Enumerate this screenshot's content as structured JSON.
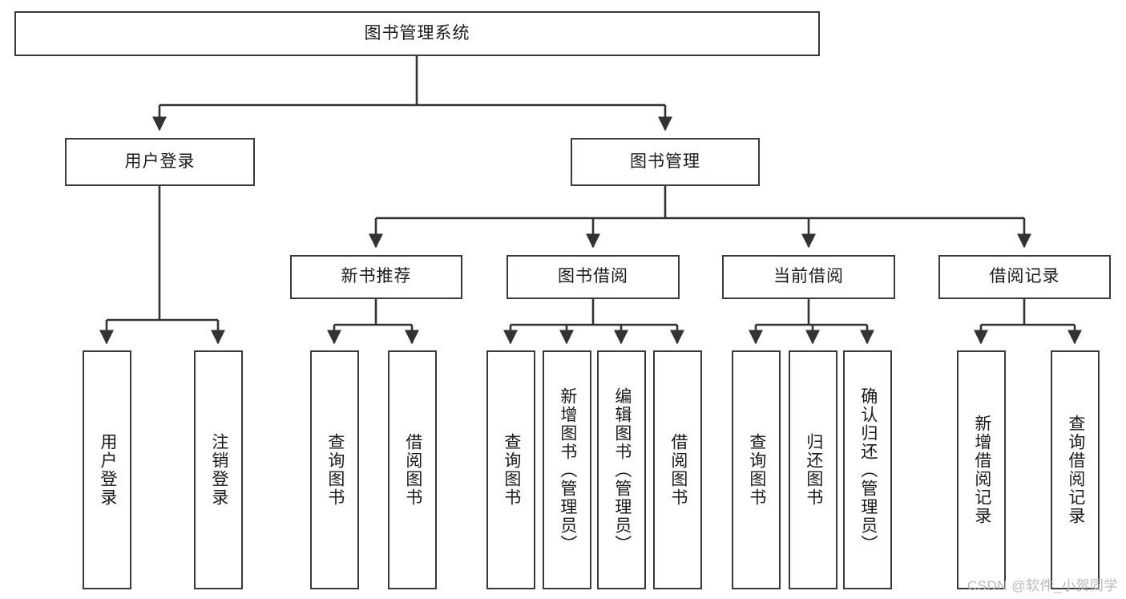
{
  "diagram": {
    "title": "图书管理系统",
    "type": "tree-hierarchy",
    "style": {
      "box_border_color": "#3a3a3a",
      "box_fill_color": "#ffffff",
      "edge_color": "#333333",
      "background_color": "#ffffff",
      "text_color": "#1a1a1a",
      "watermark_color": "#b9b9b9"
    },
    "levels": {
      "level1": [
        "图书管理系统"
      ],
      "level2": [
        "用户登录",
        "图书管理"
      ],
      "level3": [
        "新书推荐",
        "图书借阅",
        "当前借阅",
        "借阅记录"
      ],
      "level4": [
        "用户登录",
        "注销登录",
        "查询图书",
        "借阅图书",
        "查询图书",
        "新增图书（管理员）",
        "编辑图书（管理员）",
        "借阅图书",
        "查询图书",
        "归还图书",
        "确认归还（管理员）",
        "新增借阅记录",
        "查询借阅记录"
      ]
    },
    "nodes": {
      "root": {
        "label": "图书管理系统"
      },
      "user_login": {
        "label": "用户登录"
      },
      "book_manage": {
        "label": "图书管理"
      },
      "new_book_rec": {
        "label": "新书推荐"
      },
      "book_borrow": {
        "label": "图书借阅"
      },
      "current_borrow": {
        "label": "当前借阅"
      },
      "borrow_record": {
        "label": "借阅记录"
      },
      "leaf_user_login": {
        "label": "用户登录"
      },
      "leaf_logout": {
        "label": "注销登录"
      },
      "leaf_query_book_1": {
        "label": "查询图书"
      },
      "leaf_borrow_book_1": {
        "label": "借阅图书"
      },
      "leaf_query_book_2": {
        "label": "查询图书"
      },
      "leaf_add_book_admin": {
        "label": "新增图书（管理员）"
      },
      "leaf_edit_book_admin": {
        "label": "编辑图书（管理员）"
      },
      "leaf_borrow_book_2": {
        "label": "借阅图书"
      },
      "leaf_query_book_3": {
        "label": "查询图书"
      },
      "leaf_return_book": {
        "label": "归还图书"
      },
      "leaf_confirm_return_admin": {
        "label": "确认归还（管理员）"
      },
      "leaf_add_record": {
        "label": "新增借阅记录"
      },
      "leaf_query_record": {
        "label": "查询借阅记录"
      }
    },
    "edges": [
      {
        "from": "图书管理系统",
        "to": "用户登录"
      },
      {
        "from": "图书管理系统",
        "to": "图书管理"
      },
      {
        "from": "用户登录",
        "to": "用户登录"
      },
      {
        "from": "用户登录",
        "to": "注销登录"
      },
      {
        "from": "图书管理",
        "to": "新书推荐"
      },
      {
        "from": "图书管理",
        "to": "图书借阅"
      },
      {
        "from": "图书管理",
        "to": "当前借阅"
      },
      {
        "from": "图书管理",
        "to": "借阅记录"
      },
      {
        "from": "新书推荐",
        "to": "查询图书"
      },
      {
        "from": "新书推荐",
        "to": "借阅图书"
      },
      {
        "from": "图书借阅",
        "to": "查询图书"
      },
      {
        "from": "图书借阅",
        "to": "新增图书（管理员）"
      },
      {
        "from": "图书借阅",
        "to": "编辑图书（管理员）"
      },
      {
        "from": "图书借阅",
        "to": "借阅图书"
      },
      {
        "from": "当前借阅",
        "to": "查询图书"
      },
      {
        "from": "当前借阅",
        "to": "归还图书"
      },
      {
        "from": "当前借阅",
        "to": "确认归还（管理员）"
      },
      {
        "from": "借阅记录",
        "to": "新增借阅记录"
      },
      {
        "from": "借阅记录",
        "to": "查询借阅记录"
      }
    ]
  },
  "watermark": {
    "text": "CSDN @软件_小贺同学"
  }
}
